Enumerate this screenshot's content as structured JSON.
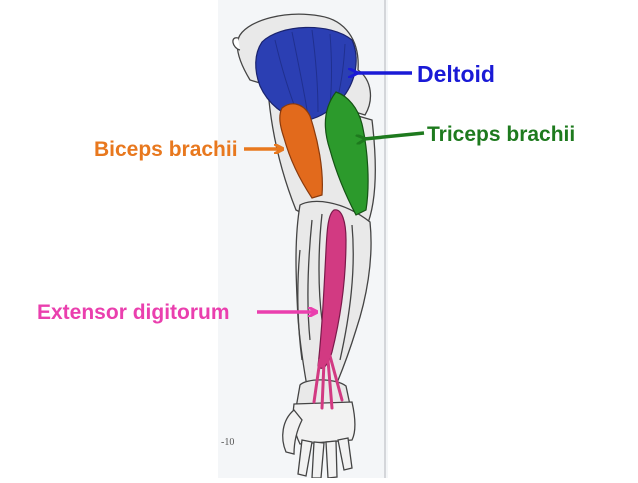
{
  "labels": {
    "deltoid": {
      "text": "Deltoid",
      "color": "#1a1ad6"
    },
    "triceps": {
      "text": "Triceps brachii",
      "color": "#1e7a1e"
    },
    "biceps": {
      "text": "Biceps brachii",
      "color": "#e8781e"
    },
    "extensor": {
      "text": "Extensor digitorum",
      "color": "#ea3fae"
    }
  },
  "page_number": "-10",
  "muscle_colors": {
    "deltoid": "#2b3fb3",
    "biceps": "#e26a1c",
    "triceps": "#2c9a2c",
    "extensor": "#d23a82"
  },
  "image": {
    "subject": "arm muscle anatomy illustration",
    "background_paper": "#f4f6f8"
  }
}
